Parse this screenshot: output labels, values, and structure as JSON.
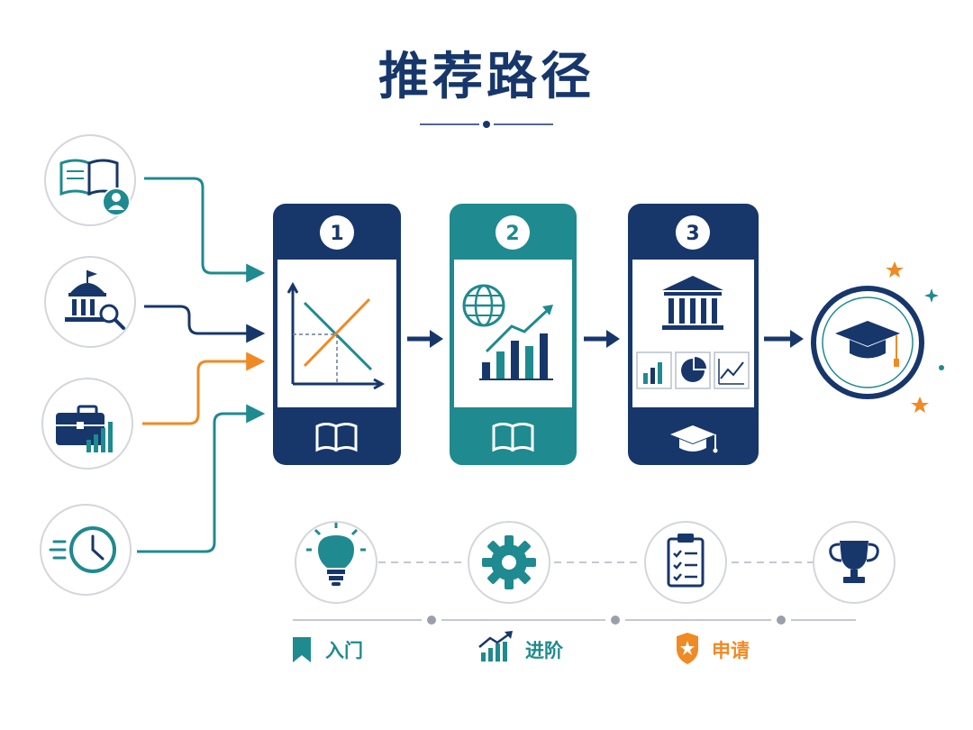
{
  "title": "推荐路径",
  "stages": [
    {
      "number": "1",
      "color": "#17376b"
    },
    {
      "number": "2",
      "color": "#1f8a8f"
    },
    {
      "number": "3",
      "color": "#17376b"
    }
  ],
  "inputs": [
    {
      "icon": "book-user-icon",
      "line_color": "#1f8a8f"
    },
    {
      "icon": "bank-search-icon",
      "line_color": "#17376b"
    },
    {
      "icon": "briefcase-chart-icon",
      "line_color": "#f08a24"
    },
    {
      "icon": "clock-icon",
      "line_color": "#1f8a8f"
    }
  ],
  "milestones": [
    {
      "icon": "lightbulb-icon"
    },
    {
      "icon": "gear-icon"
    },
    {
      "icon": "clipboard-icon"
    },
    {
      "icon": "trophy-icon"
    }
  ],
  "legend": [
    {
      "label": "入门",
      "icon": "bookmark-icon",
      "color": "#1f8a8f"
    },
    {
      "label": "进阶",
      "icon": "chart-up-icon",
      "color": "#1f8a8f"
    },
    {
      "label": "申请",
      "icon": "shield-star-icon",
      "color": "#f08a24"
    }
  ],
  "colors": {
    "navy": "#17376b",
    "teal": "#1f8a8f",
    "orange": "#f08a24",
    "gray": "#c4c8cf"
  }
}
